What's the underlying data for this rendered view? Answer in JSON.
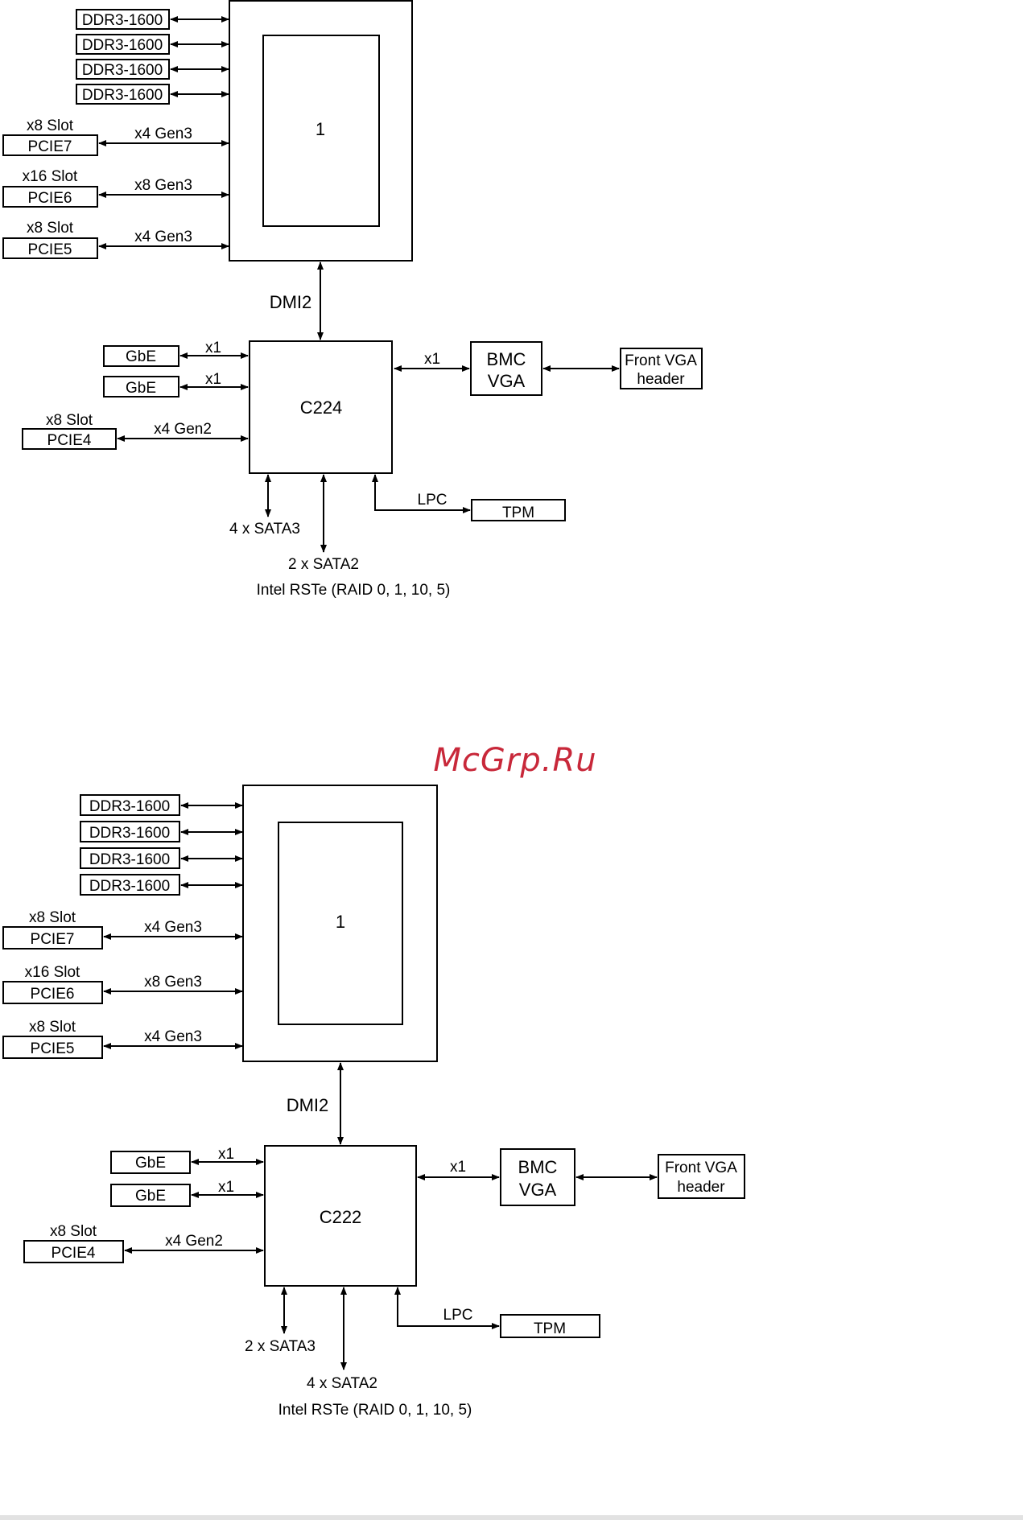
{
  "watermark": "McGrp.Ru",
  "diagrams": [
    {
      "cpu_label": "1",
      "memory": [
        "DDR3-1600",
        "DDR3-1600",
        "DDR3-1600",
        "DDR3-1600"
      ],
      "cpu_slots": [
        {
          "slot": "x8 Slot",
          "name": "PCIE7",
          "link": "x4 Gen3"
        },
        {
          "slot": "x16 Slot",
          "name": "PCIE6",
          "link": "x8 Gen3"
        },
        {
          "slot": "x8 Slot",
          "name": "PCIE5",
          "link": "x4 Gen3"
        }
      ],
      "dmi": "DMI2",
      "chipset": "C224",
      "gbe": [
        {
          "name": "GbE",
          "link": "x1"
        },
        {
          "name": "GbE",
          "link": "x1"
        }
      ],
      "pch_slot": {
        "slot": "x8 Slot",
        "name": "PCIE4",
        "link": "x4 Gen2"
      },
      "bmc_link": "x1",
      "bmc": [
        "BMC",
        "VGA"
      ],
      "vga_header": [
        "Front VGA",
        "header"
      ],
      "lpc": "LPC",
      "tpm": "TPM",
      "sata3": "4 x SATA3",
      "sata2": "2 x SATA2",
      "raid": "Intel RSTe (RAID 0, 1, 10, 5)"
    },
    {
      "cpu_label": "1",
      "memory": [
        "DDR3-1600",
        "DDR3-1600",
        "DDR3-1600",
        "DDR3-1600"
      ],
      "cpu_slots": [
        {
          "slot": "x8 Slot",
          "name": "PCIE7",
          "link": "x4 Gen3"
        },
        {
          "slot": "x16 Slot",
          "name": "PCIE6",
          "link": "x8 Gen3"
        },
        {
          "slot": "x8 Slot",
          "name": "PCIE5",
          "link": "x4 Gen3"
        }
      ],
      "dmi": "DMI2",
      "chipset": "C222",
      "gbe": [
        {
          "name": "GbE",
          "link": "x1"
        },
        {
          "name": "GbE",
          "link": "x1"
        }
      ],
      "pch_slot": {
        "slot": "x8 Slot",
        "name": "PCIE4",
        "link": "x4 Gen2"
      },
      "bmc_link": "x1",
      "bmc": [
        "BMC",
        "VGA"
      ],
      "vga_header": [
        "Front VGA",
        "header"
      ],
      "lpc": "LPC",
      "tpm": "TPM",
      "sata3": "2 x SATA3",
      "sata2": "4 x SATA2",
      "raid": "Intel RSTe (RAID 0, 1, 10, 5)"
    }
  ]
}
